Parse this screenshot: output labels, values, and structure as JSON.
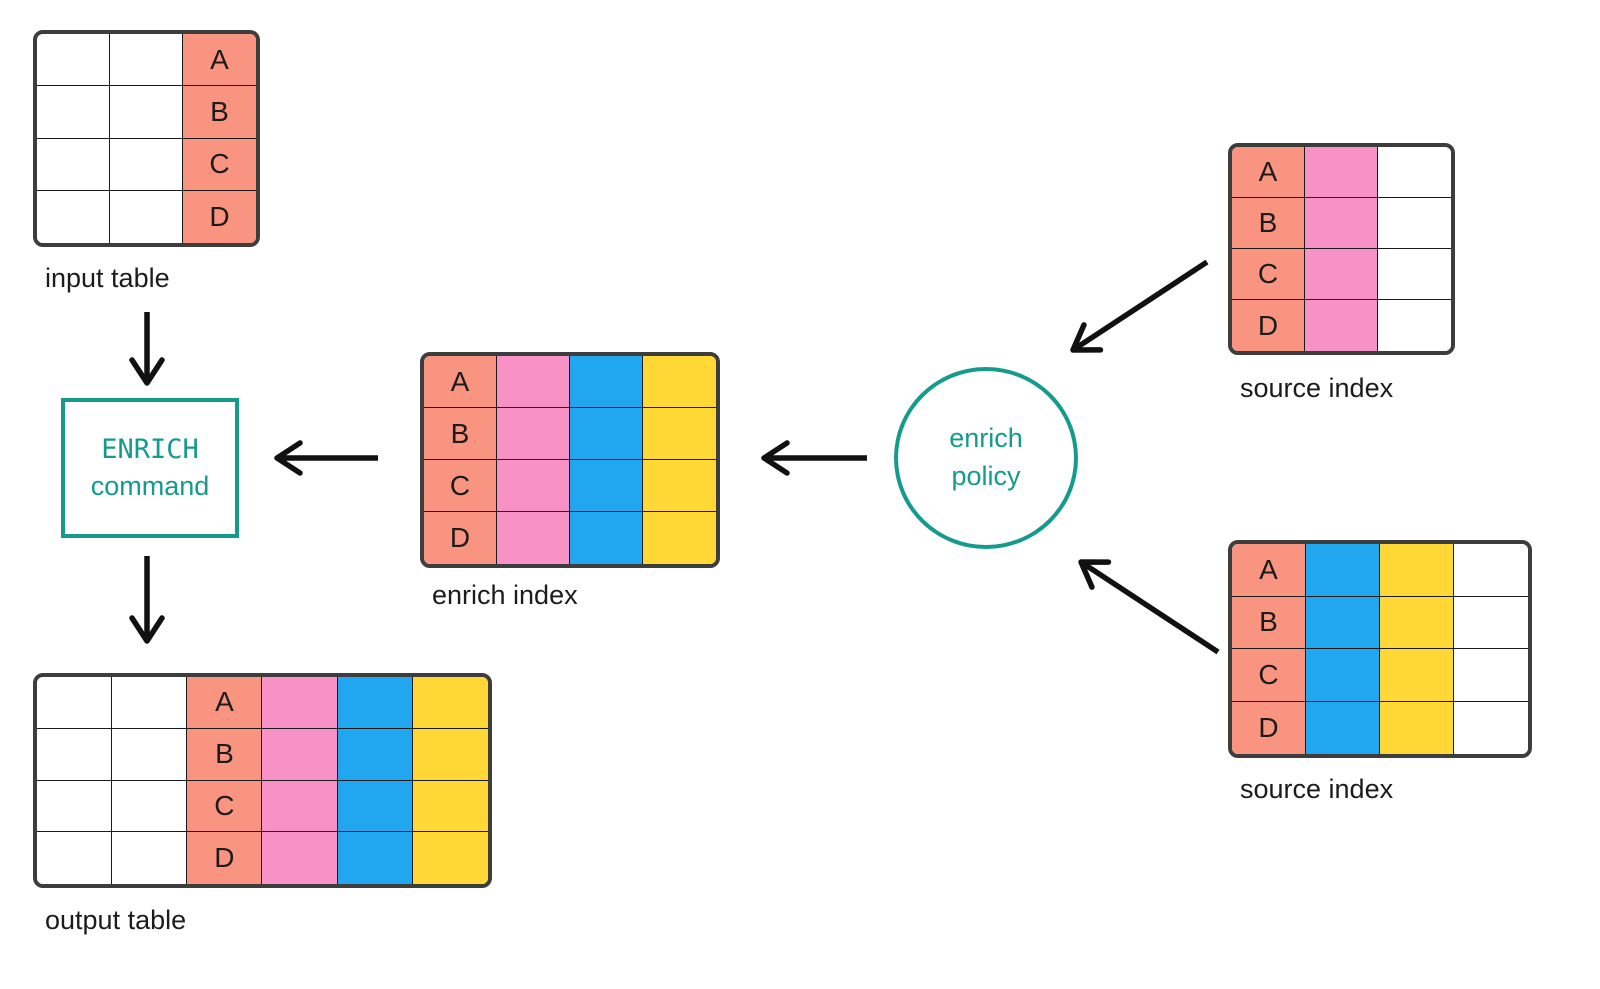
{
  "colors": {
    "white": "#ffffff",
    "salmon": "#f8947f",
    "pink": "#f891c6",
    "blue": "#20a7f0",
    "yellow": "#ffd836",
    "teal": "#149b8d",
    "line": "#111111",
    "table_border": "#3d3d3d",
    "text": "#1c1c1c"
  },
  "nodes": {
    "enrich_command": {
      "line1": "ENRICH",
      "line2": "command"
    },
    "enrich_policy": {
      "line1": "enrich",
      "line2": "policy"
    }
  },
  "tables": [
    {
      "id": "input-table",
      "label": "input table",
      "rows": 4,
      "row_letters": [
        "A",
        "B",
        "C",
        "D"
      ],
      "columns": [
        "white",
        "white",
        "salmon"
      ],
      "letter_col": 2
    },
    {
      "id": "enrich-index",
      "label": "enrich index",
      "rows": 4,
      "row_letters": [
        "A",
        "B",
        "C",
        "D"
      ],
      "columns": [
        "salmon",
        "pink",
        "blue",
        "yellow"
      ],
      "letter_col": 0
    },
    {
      "id": "source-index-top",
      "label": "source index",
      "rows": 4,
      "row_letters": [
        "A",
        "B",
        "C",
        "D"
      ],
      "columns": [
        "salmon",
        "pink",
        "white"
      ],
      "letter_col": 0
    },
    {
      "id": "source-index-bottom",
      "label": "source index",
      "rows": 4,
      "row_letters": [
        "A",
        "B",
        "C",
        "D"
      ],
      "columns": [
        "salmon",
        "blue",
        "yellow",
        "white"
      ],
      "letter_col": 0
    },
    {
      "id": "output-table",
      "label": "output table",
      "rows": 4,
      "row_letters": [
        "A",
        "B",
        "C",
        "D"
      ],
      "columns": [
        "white",
        "white",
        "salmon",
        "pink",
        "blue",
        "yellow"
      ],
      "letter_col": 2
    }
  ]
}
